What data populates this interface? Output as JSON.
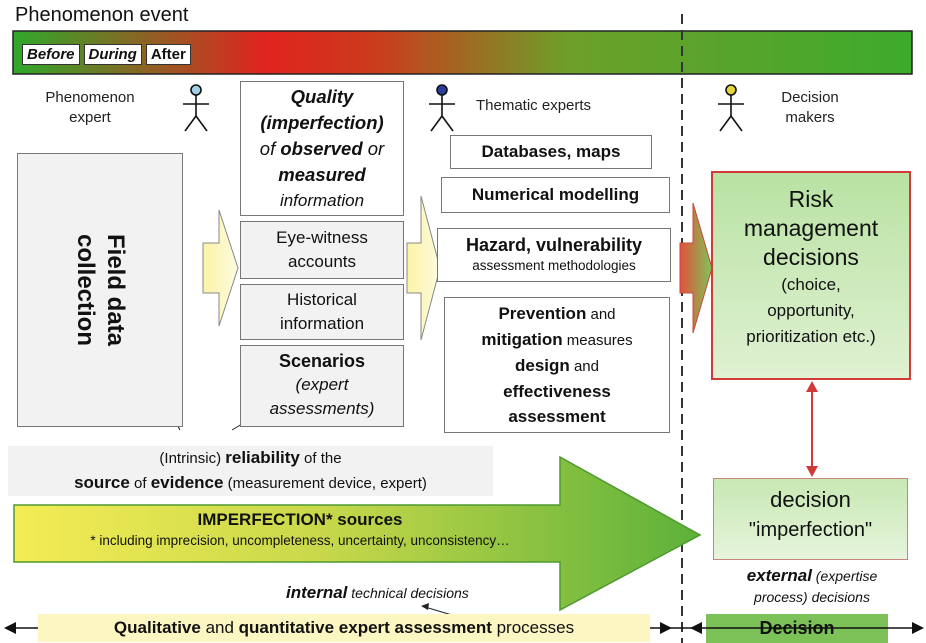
{
  "header": {
    "title": "Phenomenon event",
    "phases": [
      "Before",
      "During",
      "After"
    ]
  },
  "actors": {
    "phenomenon_expert": [
      "Phenomenon",
      "expert"
    ],
    "thematic_experts": "Thematic experts",
    "decision_makers": [
      "Decision",
      "makers"
    ]
  },
  "field_data": [
    "Field data",
    "collection"
  ],
  "info_column": {
    "quality": {
      "line1": "Quality",
      "line2": "(imperfection)",
      "line3_a": "of ",
      "line3_b": "observed",
      "line3_c": " or",
      "line4": "measured",
      "line5": "information"
    },
    "eyewitness": [
      "Eye-witness",
      "accounts"
    ],
    "historical": [
      "Historical",
      "information"
    ],
    "scenarios": [
      "Scenarios",
      "(expert",
      "assessments)"
    ]
  },
  "thematic_column": {
    "databases": {
      "a": "Databases",
      "b": ", maps"
    },
    "numerical": "Numerical modelling",
    "hazard": {
      "title": "Hazard, vulnerability",
      "sub": "assessment methodologies"
    },
    "prevention": {
      "l1a": "Prevention",
      "l1b": " and",
      "l2a": "mitigation",
      "l2b": " measures",
      "l3a": "design",
      "l3b": " and",
      "l4": "effectiveness",
      "l5": "assessment"
    }
  },
  "risk_box": [
    "Risk",
    "management",
    "decisions",
    "(choice,",
    "opportunity,",
    "prioritization etc.)"
  ],
  "decision_imperfection": [
    "decision",
    "\"imperfection\""
  ],
  "reliability": {
    "l1a": "(Intrinsic) ",
    "l1b": "reliability",
    "l1c": " of the",
    "l2a": "source",
    "l2b": " of ",
    "l2c": "evidence",
    "l2d": " (measurement device, expert)"
  },
  "imperfection_arrow": {
    "title": "IMPERFECTION* sources",
    "note": "* including imprecision, uncompleteness, uncertainty, unconsistency…"
  },
  "internal": {
    "a": "internal",
    "b": " technical decisions"
  },
  "external": {
    "a": "external",
    "b": "  (expertise",
    "l2": "process) decisions"
  },
  "bottom": {
    "a": "Qualitative",
    "b": " and ",
    "c": "quantitative expert assessment",
    "d": " processes",
    "decision": "Decision"
  },
  "colors": {
    "bar_start": "#2fa82a",
    "bar_mid": "#e0241f",
    "bar_end": "#3daa2c",
    "risk_border": "#d23a3a",
    "risk_fill": "#c3e6b0",
    "yellow": "#fbf6c2"
  }
}
